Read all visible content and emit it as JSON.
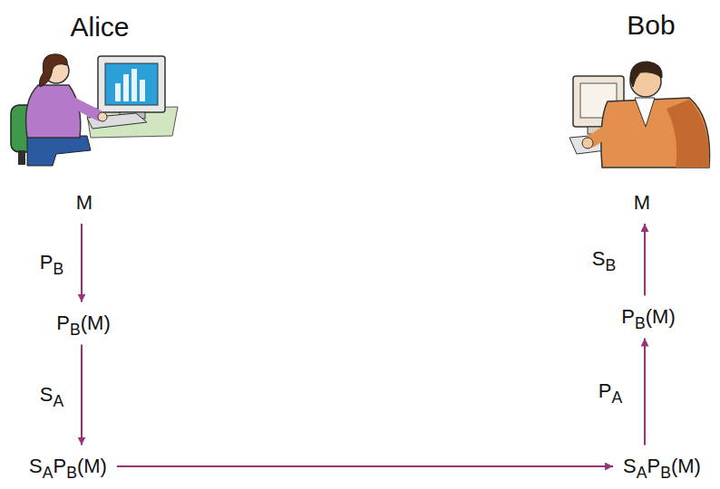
{
  "diagram": {
    "nodes": [
      {
        "text": [
          "M"
        ]
      },
      {
        "text": [
          "PB(M)"
        ]
      },
      {
        "text": [
          "SAPB(M)"
        ]
      },
      {
        "text": [
          "SAPB(M)"
        ]
      },
      {
        "text": [
          "PB(M)"
        ]
      },
      {
        "text": [
          "M"
        ]
      }
    ],
    "edges": [
      {
        "from": 0,
        "to": 1,
        "arrow": "to",
        "label": "PB"
      },
      {
        "from": 1,
        "to": 2,
        "arrow": "to",
        "label": "SA"
      },
      {
        "from": 2,
        "to": 3,
        "arrow": "to"
      },
      {
        "from": 3,
        "to": 4,
        "arrow": "to",
        "label": "PA"
      },
      {
        "from": 4,
        "to": 5,
        "arrow": "to",
        "label": "SB"
      }
    ],
    "labels": [
      "Alice",
      "Bob"
    ]
  }
}
